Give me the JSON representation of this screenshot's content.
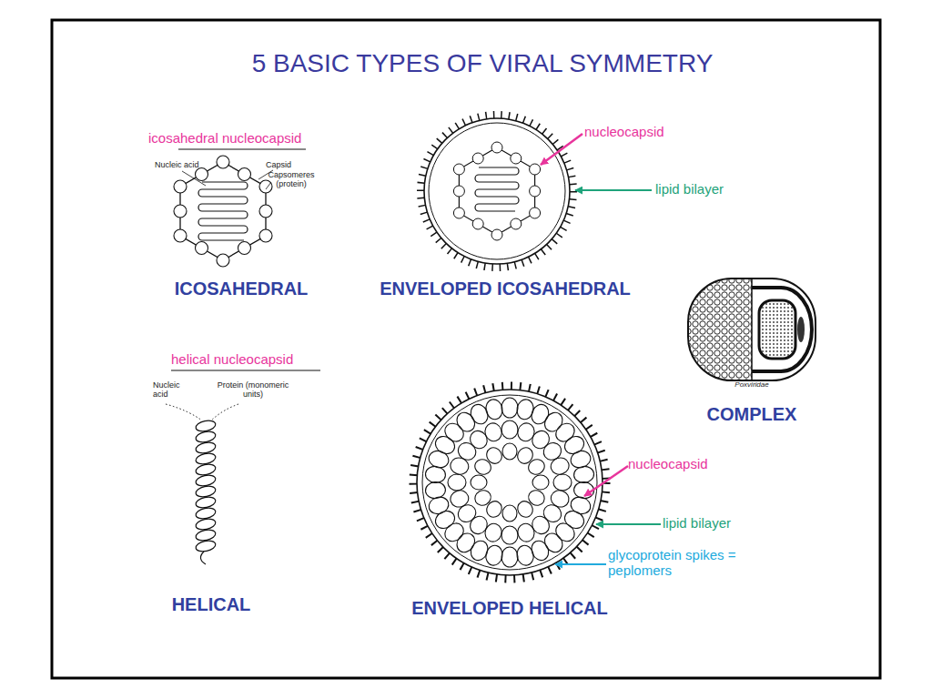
{
  "diagram": {
    "title": "5 BASIC TYPES OF VIRAL SYMMETRY",
    "labels": [
      "icosahedral nucleocapsid",
      "Nucleic acid",
      "Capsid",
      "Capsomeres (protein)",
      "ICOSAHEDRAL",
      "nucleocapsid",
      "lipid bilayer",
      "ENVELOPED ICOSAHEDRAL",
      "Poxviridae",
      "COMPLEX",
      "helical nucleocapsid",
      "Nucleic acid",
      "Protein (monomeric units)",
      "HELICAL",
      "nucleocapsid",
      "lipid bilayer",
      "glycoprotein spikes = peplomers",
      "ENVELOPED HELICAL"
    ]
  }
}
